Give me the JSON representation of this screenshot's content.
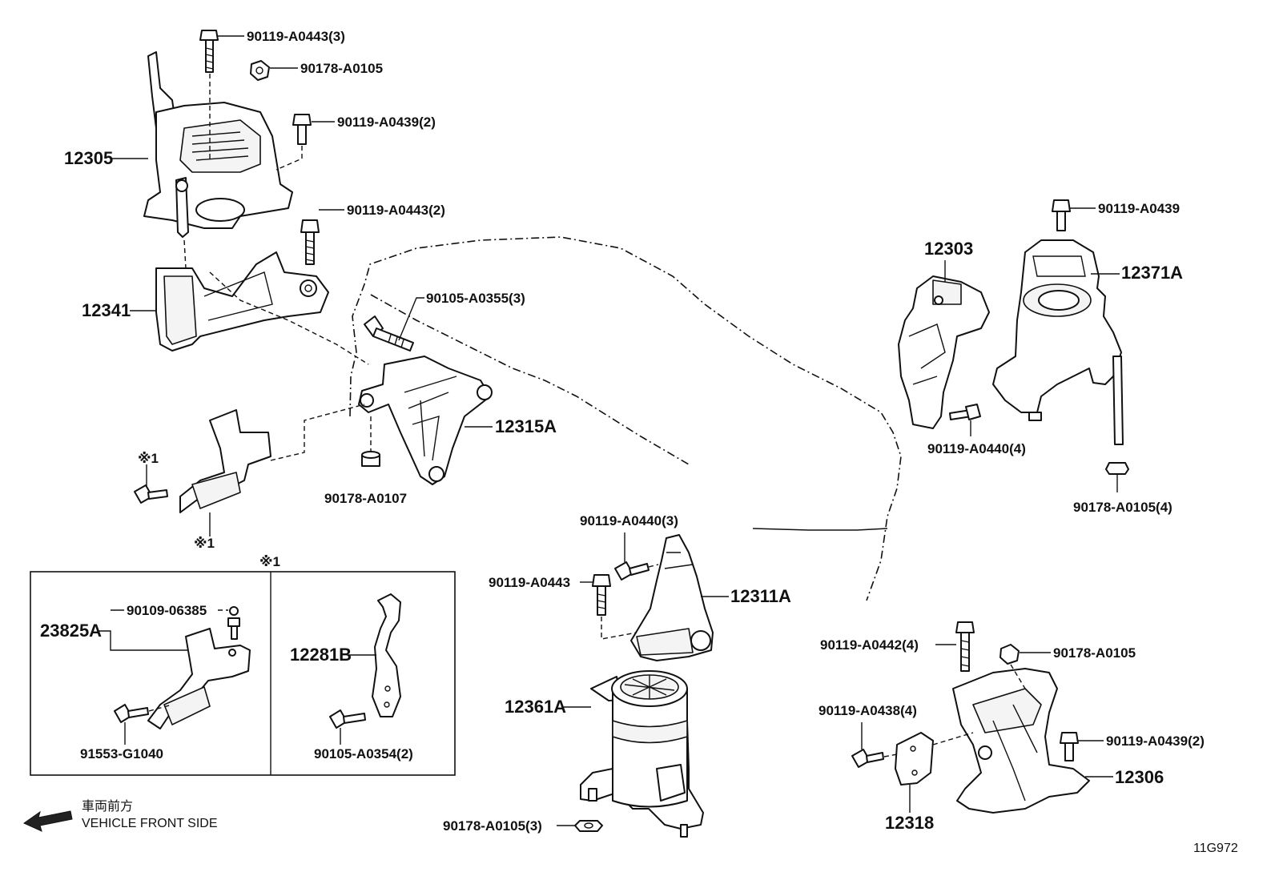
{
  "labels": {
    "p90119_A0443_3": "90119-A0443(3)",
    "p90178_A0105_top": "90178-A0105",
    "p90119_A0439_2_top": "90119-A0439(2)",
    "p12305": "12305",
    "p90119_A0443_2": "90119-A0443(2)",
    "p12341": "12341",
    "p90105_A0355_3": "90105-A0355(3)",
    "p12315A": "12315A",
    "p90178_A0107": "90178-A0107",
    "note1_top": "※1",
    "note1_bottom": "※1",
    "note1_box": "※1",
    "p23825A": "23825A",
    "p90109_06385": "90109-06385",
    "p91553_G1040": "91553-G1040",
    "p12281B": "12281B",
    "p90105_A0354_2": "90105-A0354(2)",
    "p90119_A0440_3": "90119-A0440(3)",
    "p90119_A0443_mid": "90119-A0443",
    "p12311A": "12311A",
    "p12361A": "12361A",
    "p90178_A0105_3": "90178-A0105(3)",
    "p12303": "12303",
    "p90119_A0439_right": "90119-A0439",
    "p12371A": "12371A",
    "p90119_A0440_4": "90119-A0440(4)",
    "p90178_A0105_4": "90178-A0105(4)",
    "p90119_A0442_4": "90119-A0442(4)",
    "p90178_A0105_right": "90178-A0105",
    "p90119_A0438_4": "90119-A0438(4)",
    "p90119_A0439_2_bottom": "90119-A0439(2)",
    "p12306": "12306",
    "p12318": "12318"
  },
  "legend": {
    "japanese": "車両前方",
    "english": "VEHICLE FRONT SIDE"
  },
  "figure_id": "11G972"
}
